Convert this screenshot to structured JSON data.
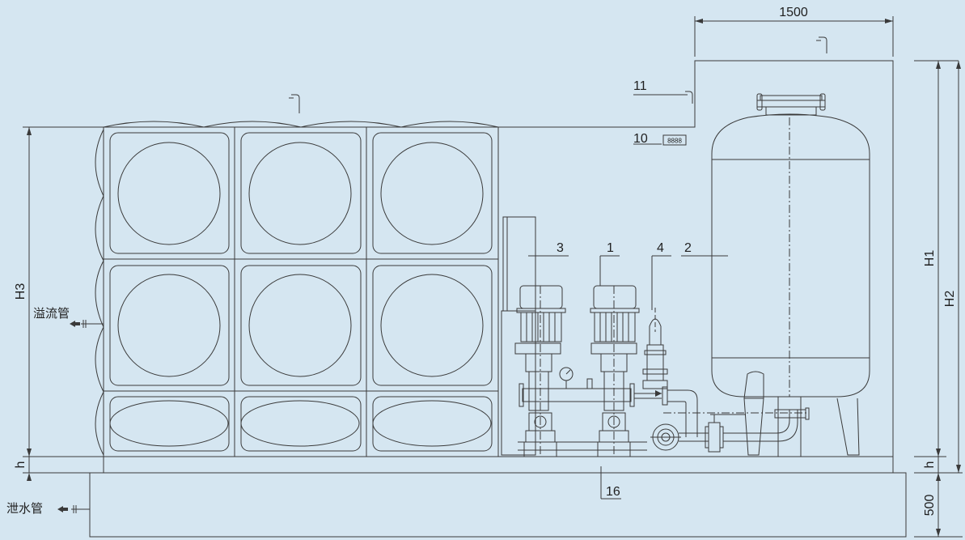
{
  "colors": {
    "background": "#d5e6f1",
    "line": "#3a3a3a"
  },
  "dimensions": {
    "top_width": "1500",
    "h1": "H1",
    "h2": "H2",
    "h3": "H3",
    "h_left": "h",
    "h_right": "h",
    "base_height": "500"
  },
  "callouts": {
    "c1": "1",
    "c2": "2",
    "c3": "3",
    "c4": "4",
    "c10": "10",
    "c11": "11",
    "c16": "16"
  },
  "pipes": {
    "overflow": "溢流管",
    "drain": "泄水管"
  },
  "level_gauge": "8888"
}
